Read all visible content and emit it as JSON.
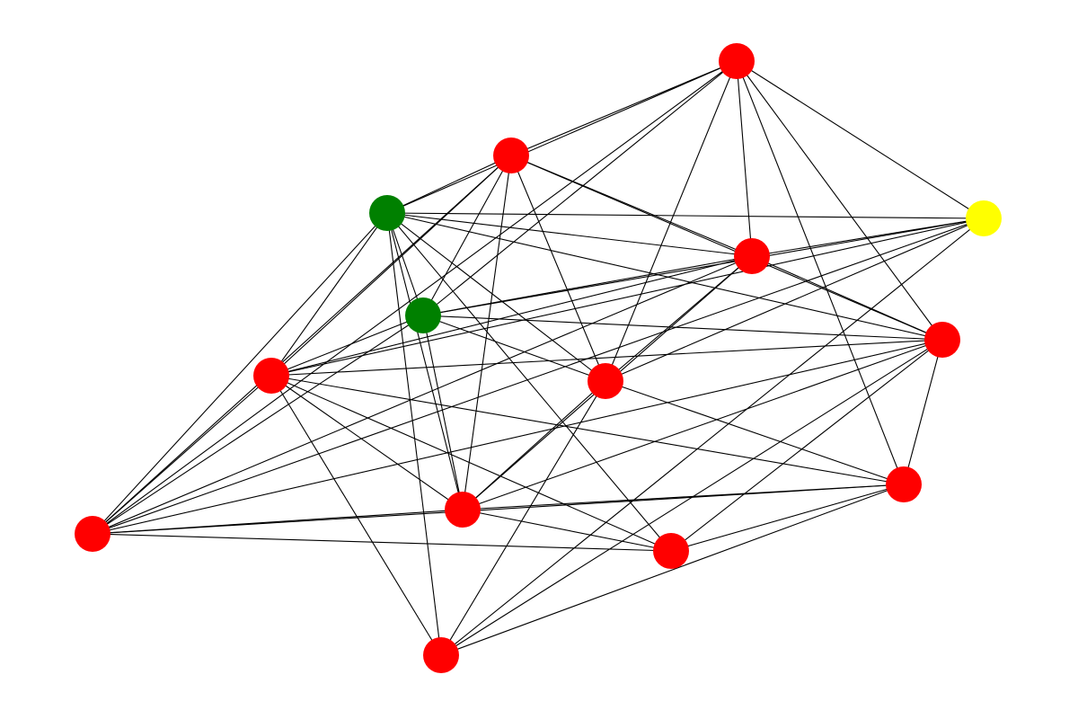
{
  "graph": {
    "colors": {
      "background": "#ffffff",
      "edge": "#000000",
      "red": "#ff0000",
      "green": "#008000",
      "yellow": "#ffff00"
    },
    "nodes": [
      {
        "id": "n1",
        "color": "red"
      },
      {
        "id": "n2",
        "color": "red"
      },
      {
        "id": "n3",
        "color": "green"
      },
      {
        "id": "n4",
        "color": "yellow"
      },
      {
        "id": "n5",
        "color": "red"
      },
      {
        "id": "n6",
        "color": "green"
      },
      {
        "id": "n7",
        "color": "red"
      },
      {
        "id": "n8",
        "color": "red"
      },
      {
        "id": "n9",
        "color": "red"
      },
      {
        "id": "n10",
        "color": "red"
      },
      {
        "id": "n11",
        "color": "red"
      },
      {
        "id": "n12",
        "color": "red"
      },
      {
        "id": "n13",
        "color": "red"
      },
      {
        "id": "n14",
        "color": "red"
      }
    ],
    "edges": [
      [
        "n1",
        "n3"
      ],
      [
        "n1",
        "n6"
      ],
      [
        "n1",
        "n7"
      ],
      [
        "n1",
        "n5"
      ],
      [
        "n1",
        "n4"
      ],
      [
        "n1",
        "n9"
      ],
      [
        "n1",
        "n10"
      ],
      [
        "n1",
        "n12"
      ],
      [
        "n1",
        "n2"
      ],
      [
        "n2",
        "n3"
      ],
      [
        "n2",
        "n6"
      ],
      [
        "n2",
        "n7"
      ],
      [
        "n2",
        "n5"
      ],
      [
        "n2",
        "n8"
      ],
      [
        "n2",
        "n9"
      ],
      [
        "n2",
        "n11"
      ],
      [
        "n2",
        "n12"
      ],
      [
        "n3",
        "n6"
      ],
      [
        "n3",
        "n7"
      ],
      [
        "n3",
        "n8"
      ],
      [
        "n3",
        "n9"
      ],
      [
        "n3",
        "n4"
      ],
      [
        "n3",
        "n5"
      ],
      [
        "n3",
        "n11"
      ],
      [
        "n3",
        "n12"
      ],
      [
        "n3",
        "n13"
      ],
      [
        "n3",
        "n14"
      ],
      [
        "n4",
        "n5"
      ],
      [
        "n4",
        "n6"
      ],
      [
        "n4",
        "n8"
      ],
      [
        "n4",
        "n9"
      ],
      [
        "n4",
        "n12"
      ],
      [
        "n4",
        "n14"
      ],
      [
        "n5",
        "n6"
      ],
      [
        "n5",
        "n8"
      ],
      [
        "n5",
        "n9"
      ],
      [
        "n5",
        "n11"
      ],
      [
        "n5",
        "n12"
      ],
      [
        "n5",
        "n7"
      ],
      [
        "n6",
        "n7"
      ],
      [
        "n6",
        "n8"
      ],
      [
        "n6",
        "n9"
      ],
      [
        "n6",
        "n11"
      ],
      [
        "n6",
        "n12"
      ],
      [
        "n7",
        "n8"
      ],
      [
        "n7",
        "n10"
      ],
      [
        "n7",
        "n11"
      ],
      [
        "n7",
        "n12"
      ],
      [
        "n7",
        "n13"
      ],
      [
        "n7",
        "n14"
      ],
      [
        "n8",
        "n11"
      ],
      [
        "n8",
        "n12"
      ],
      [
        "n8",
        "n13"
      ],
      [
        "n8",
        "n14"
      ],
      [
        "n8",
        "n10"
      ],
      [
        "n9",
        "n10"
      ],
      [
        "n9",
        "n11"
      ],
      [
        "n9",
        "n14"
      ],
      [
        "n10",
        "n11"
      ],
      [
        "n10",
        "n12"
      ],
      [
        "n10",
        "n13"
      ],
      [
        "n10",
        "n14"
      ],
      [
        "n11",
        "n12"
      ],
      [
        "n11",
        "n13"
      ],
      [
        "n12",
        "n13"
      ]
    ]
  }
}
